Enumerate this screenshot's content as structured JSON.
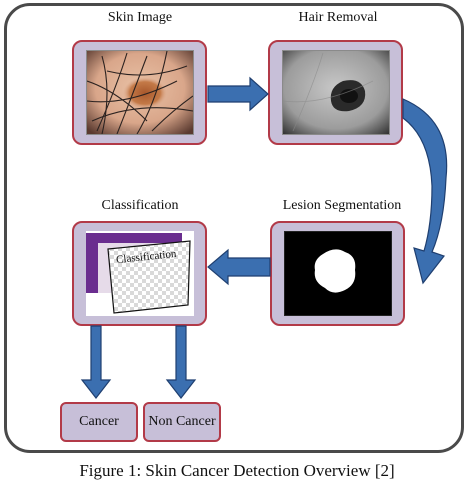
{
  "steps": {
    "skin_image": "Skin Image",
    "hair_removal": "Hair Removal",
    "lesion_segmentation": "Lesion Segmentation",
    "classification": "Classification"
  },
  "classification_card_text": "Classification",
  "outputs": {
    "cancer": "Cancer",
    "non_cancer": "Non Cancer"
  },
  "caption": "Figure 1: Skin Cancer Detection Overview [2]",
  "colors": {
    "box_fill": "#c7bfd8",
    "box_border": "#b23a48",
    "arrow_fill": "#3b6fb0",
    "arrow_stroke": "#1f3f70"
  }
}
